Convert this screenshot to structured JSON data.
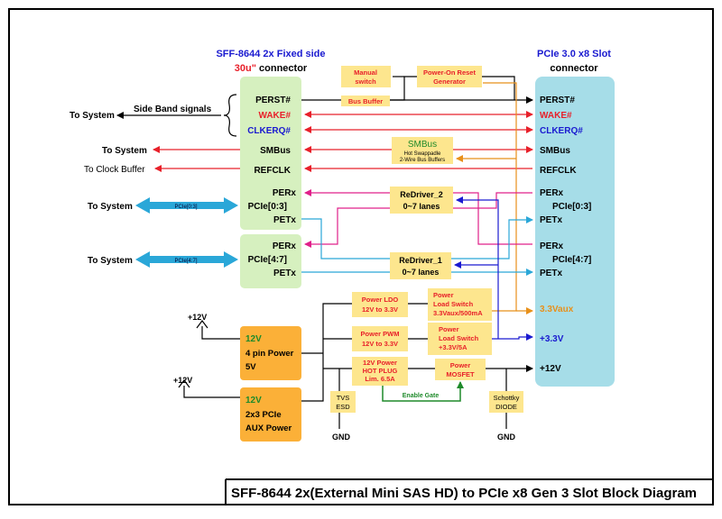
{
  "diagram": {
    "title": "SFF-8644 2x(External Mini SAS HD) to PCIe x8 Gen 3 Slot Block Diagram",
    "left_connector": {
      "title_line1": "SFF-8644 2x Fixed side",
      "title_line2_red": "30u\"",
      "title_line2_black": " connector",
      "top_signals": [
        "PERST#",
        "WAKE#",
        "CLKERQ#",
        "SMBus",
        "REFCLK"
      ],
      "group1": {
        "perx": "PERx",
        "pcie": "PCIe[0:3]",
        "petx": "PETx"
      },
      "group2": {
        "perx": "PERx",
        "pcie": "PCIe[4:7]",
        "petx": "PETx"
      }
    },
    "right_slot": {
      "title_line1": "PCIe 3.0 x8 Slot",
      "title_line2": "connector",
      "signals": [
        "PERST#",
        "WAKE#",
        "CLKERQ#",
        "SMBus",
        "REFCLK"
      ],
      "group1": {
        "perx": "PERx",
        "pcie": "PCIe[0:3]",
        "petx": "PETx"
      },
      "group2": {
        "perx": "PERx",
        "pcie": "PCIe[4:7]",
        "petx": "PETx"
      },
      "power": {
        "v33aux": "3.3Vaux",
        "v33": "+3.3V",
        "v12": "+12V"
      }
    },
    "left_labels": {
      "side_band": "Side Band signals",
      "to_system_1": "To System",
      "to_system_smbus": "To System",
      "to_clock_buffer": "To Clock Buffer",
      "to_system_pcie1": "To System",
      "to_system_pcie2": "To System",
      "bus_pcie1": "PCIe[0:3]",
      "bus_pcie2": "PCIe[4:7]"
    },
    "center_blocks": {
      "manual_switch": [
        "Manual",
        "switch"
      ],
      "por_generator": [
        "Power-On Reset",
        "Generator"
      ],
      "bus_buffer": "Bus Buffer",
      "smbus_title": "SMBus",
      "smbus_sub": [
        "Hot Swappadle",
        "2-Wire Bus Buffers"
      ],
      "redriver2": [
        "ReDriver_2",
        "0~7 lanes"
      ],
      "redriver1": [
        "ReDriver_1",
        "0~7 lanes"
      ],
      "power_ldo": [
        "Power LDO",
        "12V to 3.3V"
      ],
      "load_switch_aux": [
        "Power",
        "Load Switch",
        "3.3Vaux/500mA"
      ],
      "power_pwm": [
        "Power PWM",
        "12V to 3.3V"
      ],
      "load_switch_33": [
        "Power",
        "Load Switch",
        "+3.3V/5A"
      ],
      "hot_plug": [
        "12V Power",
        "HOT PLUG",
        "Lim. 6.5A"
      ],
      "mosfet": [
        "Power",
        "MOSFET"
      ],
      "enable_gate": "Enable Gate",
      "tvs": [
        "TVS",
        "ESD"
      ],
      "schottky": [
        "Schottky",
        "DIODE"
      ],
      "gnd1": "GND",
      "gnd2": "GND"
    },
    "power_inputs": {
      "plus12v_1": "+12V",
      "plus12v_2": "+12V",
      "four_pin": {
        "v": "12V",
        "l1": "4 pin Power",
        "l2": "5V"
      },
      "aux": {
        "v": "12V",
        "l1": "2x3 PCIe",
        "l2": "AUX Power"
      }
    },
    "colors": {
      "red": "#e8202a",
      "blue": "#1a1ad0",
      "magenta": "#e0208a",
      "cyan": "#2aa7d8",
      "orange": "#e8901a",
      "green": "#1e8a2a",
      "connector_green": "#d6f0bf",
      "slot_cyan": "#a6dde8",
      "block_yellow": "#fde68e",
      "power_orange": "#fbb038"
    }
  }
}
